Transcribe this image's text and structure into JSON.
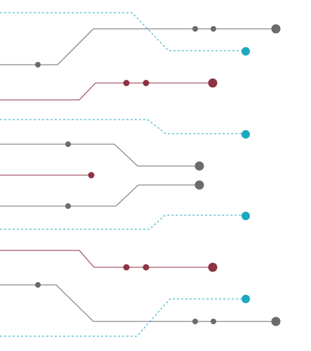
{
  "colors": {
    "background": "#ffffff",
    "gray": "#6b6b6b",
    "red": "#8e3342",
    "teal": "#1aa9bf"
  },
  "line_styles": {
    "gray": "solid",
    "red": "solid",
    "teal": "dashed"
  },
  "traces": [
    {
      "id": "teal-1",
      "color": "teal"
    },
    {
      "id": "gray-1",
      "color": "gray"
    },
    {
      "id": "red-1",
      "color": "red"
    },
    {
      "id": "teal-2",
      "color": "teal"
    },
    {
      "id": "gray-2",
      "color": "gray"
    },
    {
      "id": "red-2",
      "color": "red"
    },
    {
      "id": "gray-3",
      "color": "gray"
    },
    {
      "id": "teal-3",
      "color": "teal"
    },
    {
      "id": "red-3",
      "color": "red"
    },
    {
      "id": "gray-4",
      "color": "gray"
    },
    {
      "id": "teal-4",
      "color": "teal"
    }
  ]
}
